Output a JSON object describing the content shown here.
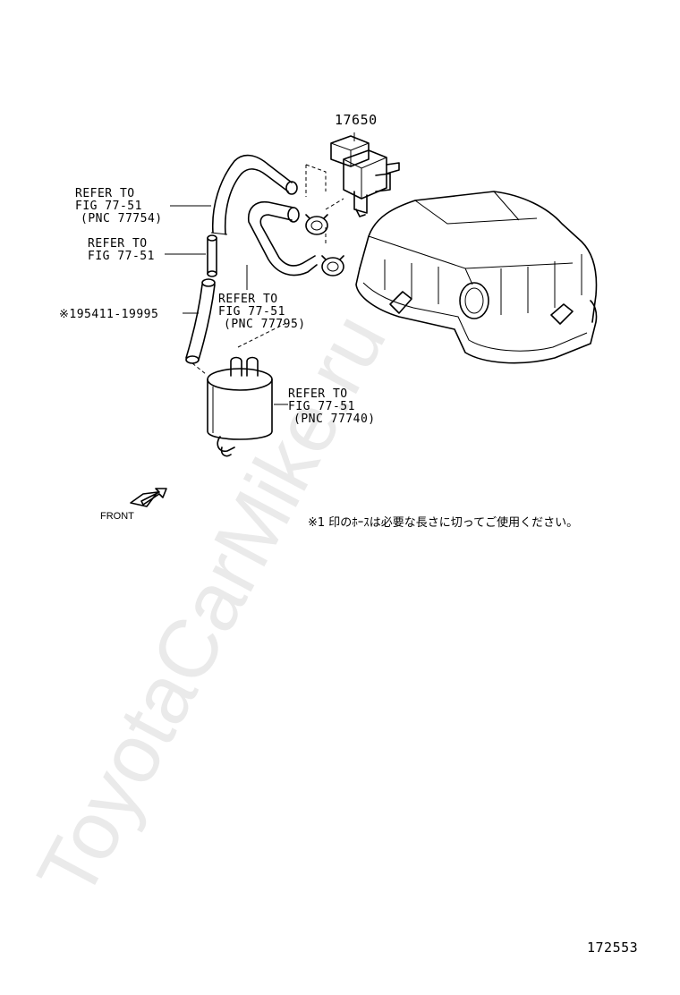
{
  "diagram": {
    "part_number_top": "17650",
    "callouts": {
      "refer_1": [
        "REFER TO",
        "FIG 77-51",
        "(PNC 77754)"
      ],
      "refer_2": [
        "REFER TO",
        "FIG 77-51"
      ],
      "hose_note": "※195411-19995",
      "refer_3": [
        "REFER TO",
        "FIG 77-51",
        "(PNC 77795)"
      ],
      "refer_4": [
        "REFER TO",
        "FIG 77-51",
        "(PNC 77740)"
      ]
    },
    "front_label": "FRONT",
    "japanese_note": "※1 印のﾎｰｽは必要な長さに切ってご使用ください。",
    "figure_number": "172553",
    "watermark": "ToyotaCarMike.ru"
  }
}
